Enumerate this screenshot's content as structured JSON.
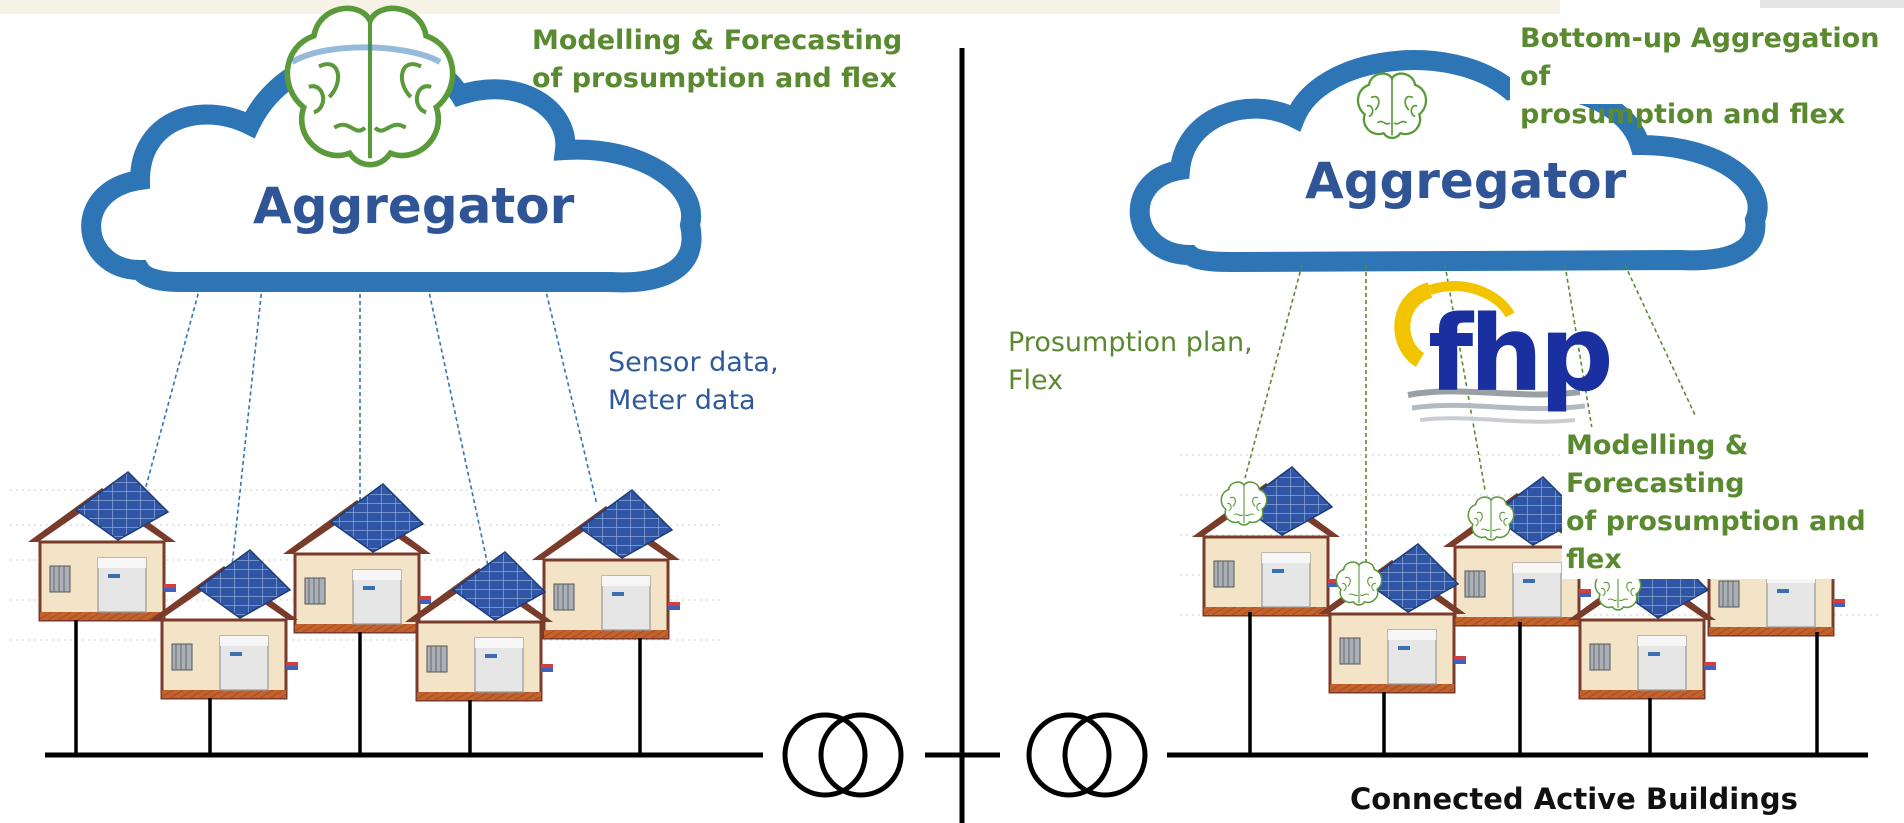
{
  "left": {
    "aggregator_label": "Aggregator",
    "modelling_label": [
      "Modelling & Forecasting",
      "of prosumption and flex"
    ],
    "data_label": [
      "Sensor data,",
      "Meter data"
    ],
    "link_color": "#2e75b6"
  },
  "right": {
    "aggregator_label": "Aggregator",
    "aggregation_label": [
      "Bottom-up Aggregation of",
      "prosumption and flex"
    ],
    "plan_label": [
      "Prosumption plan,",
      "Flex"
    ],
    "modelling_label": [
      "Modelling & Forecasting",
      "of prosumption and flex"
    ],
    "logo_text": "fhp",
    "bottom_label": "Connected Active Buildings",
    "link_color": "#5a8a2f"
  },
  "colors": {
    "cloud_outline": "#2e75b6",
    "aggregator_text": "#2f5597",
    "brain": "#5a9a3a",
    "grid_line": "#000000",
    "roof": "#7a3b2a",
    "panel": "#2f55a4",
    "wall": "#f3e4c8",
    "floor": "#c4622d"
  },
  "icons": [
    "cloud-icon",
    "brain-icon",
    "house-icon",
    "solar-panel-icon",
    "transformer-icon",
    "fhp-logo"
  ]
}
